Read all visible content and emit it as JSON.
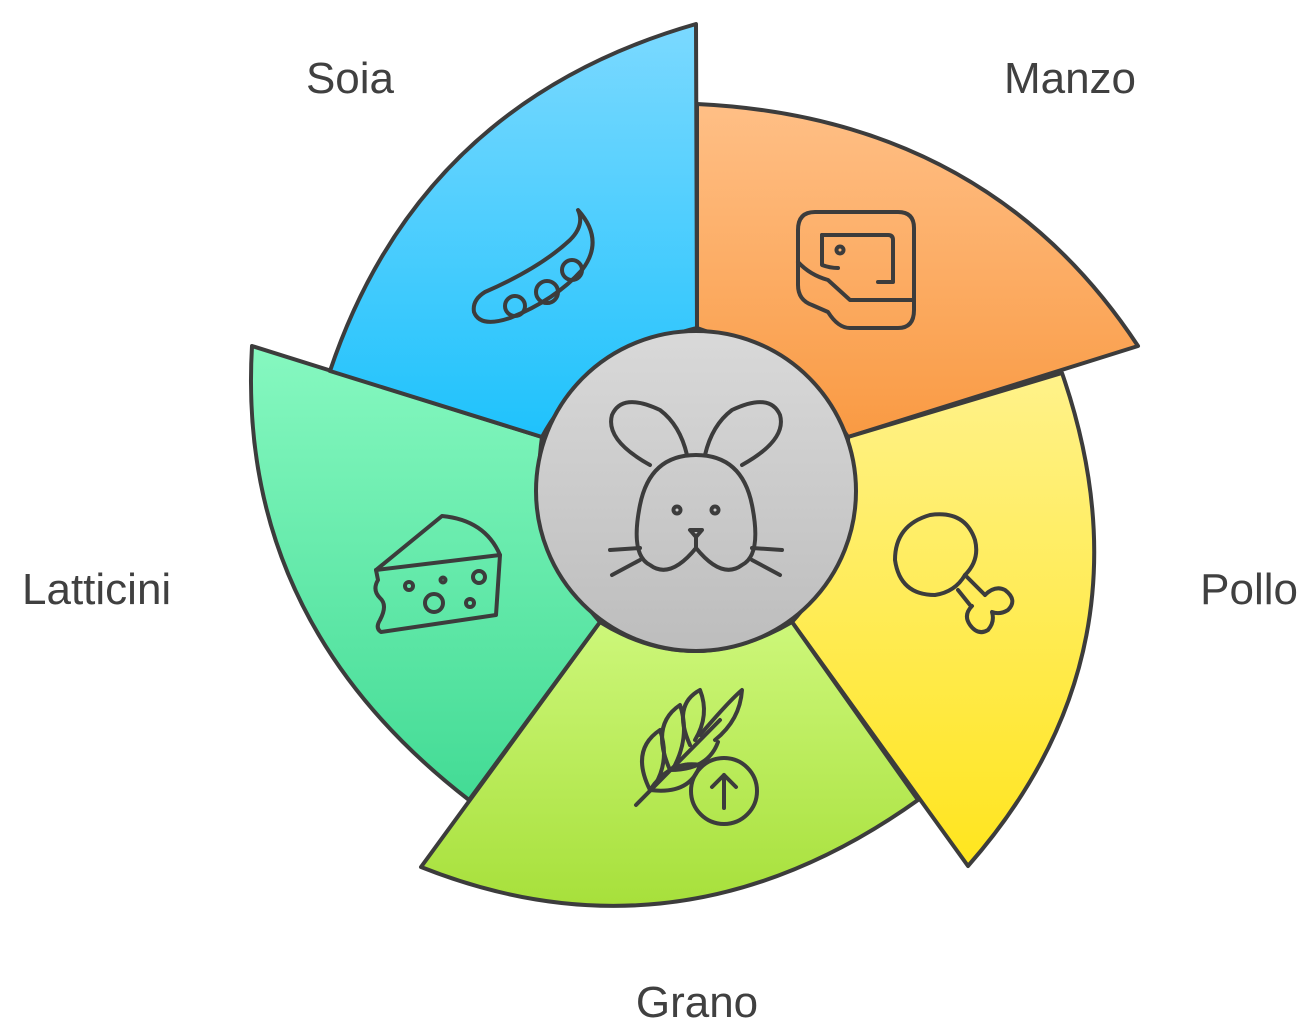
{
  "segments": [
    {
      "label": "Manzo",
      "icon": "meat-steak-icon",
      "color_top": "#FFBF86",
      "color_bottom": "#F99A43"
    },
    {
      "label": "Pollo",
      "icon": "chicken-leg-icon",
      "color_top": "#FFF28A",
      "color_bottom": "#FFE51E"
    },
    {
      "label": "Grano",
      "icon": "wheat-grain-up-icon",
      "color_top": "#CDF77A",
      "color_bottom": "#A7E03B"
    },
    {
      "label": "Latticini",
      "icon": "cheese-icon",
      "color_top": "#86F8C0",
      "color_bottom": "#43DB95"
    },
    {
      "label": "Soia",
      "icon": "soy-pod-icon",
      "color_top": "#7BD9FF",
      "color_bottom": "#1FC2FC"
    }
  ],
  "center": {
    "icon": "rabbit-face-icon",
    "color_top": "#D9D9D9",
    "color_bottom": "#BDBDBD"
  }
}
